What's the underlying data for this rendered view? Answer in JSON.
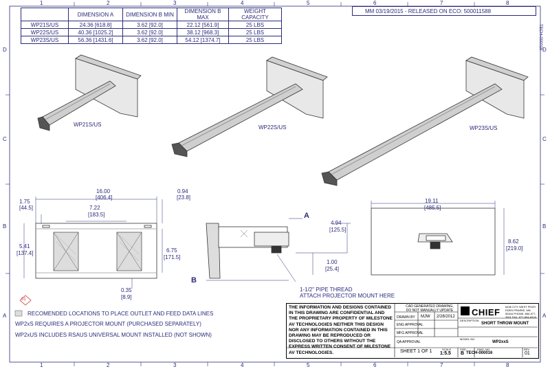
{
  "table": {
    "headers": [
      "",
      "DIMENSION A",
      "DIMENSION B MIN",
      "DIMENSION B MAX",
      "WEIGHT CAPACITY"
    ],
    "rows": [
      [
        "WP21S/US",
        "24.36 [618.8]",
        "3.62 [92.0]",
        "22.12 [561.9]",
        "25 LBS"
      ],
      [
        "WP22S/US",
        "40.36 [1025.2]",
        "3.62 [92.0]",
        "38.12 [968.3]",
        "25 LBS"
      ],
      [
        "WP23S/US",
        "56.36 [1431.6]",
        "3.62 [92.0]",
        "54.12 [1374.7]",
        "25 LBS"
      ]
    ]
  },
  "revision": {
    "rev_text": "MM 03/19/2015 - RELEASED ON ECO: 500011588",
    "side_number": "TECH-000016"
  },
  "border": {
    "columns": [
      "1",
      "2",
      "3",
      "4",
      "5",
      "6",
      "7",
      "8"
    ],
    "rows": [
      "D",
      "C",
      "B",
      "A"
    ]
  },
  "models": {
    "wp21": "WP21S/US",
    "wp22": "WP22S/US",
    "wp23": "WP23S/US"
  },
  "dims_left": {
    "width_in": "16.00",
    "width_mm": "[406.4]",
    "edge_in": "1.75",
    "edge_mm": "[44.5]",
    "inner_in": "7.22",
    "inner_mm": "[183.5]",
    "right_in": "0.94",
    "right_mm": "[23.8]",
    "height_in": "5.41",
    "height_mm": "[137.4]",
    "holes_in": "6.75",
    "holes_mm": "[171.5]",
    "bottom_in": "0.35",
    "bottom_mm": "[8.9]"
  },
  "dims_side": {
    "label_a": "A",
    "label_b": "B",
    "depth_in": "4.94",
    "depth_mm": "[125.5]",
    "gap_in": "1.00",
    "gap_mm": "[25.4]",
    "thread_note_1": "1-1/2\" PIPE THREAD",
    "thread_note_2": "ATTACH PROJECTOR MOUNT HERE"
  },
  "dims_right": {
    "width_in": "19.11",
    "width_mm": "[485.5]",
    "height_in": "8.62",
    "height_mm": "[219.0]"
  },
  "notes": {
    "callout": "01",
    "recommend": "RECOMENDED LOCATIONS TO PLACE OUTLET AND FEED DATA LINES",
    "note2": "WP2xS REQUIRES A PROJECTOR MOUNT (PURCHASED SEPARATELY)",
    "note3": "WP2xUS INCLUDES RSAUS UNIVERSAL MOUNT INSTALLED (NOT SHOWN)"
  },
  "title_block": {
    "confidential": "THE INFORMATION AND DESIGNS CONTAINED IN THIS DRAWING ARE CONFIDENTIAL AND THE PROPRIETARY PROPERTY OF MILESTONE AV TECHNOLOGIES NEITHER THIS DESIGN NOR ANY INFORMATION CONTAINED IN THIS DRAWING MAY BE REPRODUCED OR DISCLOSED TO OTHERS WITHOUT THE EXPRESS WRITTEN CONSENT OF MILESTONE AV TECHNOLOGIES.",
    "cad_note": "CAD GENERATED DRAWING, DO NOT MANUALLY UPDATE",
    "drawn_by": "DRAWN BY",
    "drawn_by_val": "MJW",
    "drawn_date": "2/28/2012",
    "eng_approval": "ENG APPROVAL",
    "mfg_approval": "MFG APPROVAL",
    "qa_approval": "QA APPROVAL",
    "company": "CHIEF",
    "address": "6436 CITY WEST PKWY EDEN PRAIRIE, MN 55344 PHONE: 866-977-3901 FAX: 877-894-6918",
    "description_label": "DESCRIPTION",
    "description": "SHORT THROW MOUNT",
    "model_label": "MODEL NO.",
    "model": "WP2xxS",
    "sheet": "SHEET 1 OF 1",
    "scale_label": "SCALE",
    "scale": "1:5.5",
    "size_label": "SIZE",
    "size": "B",
    "dwg_label": "DWG. NO.",
    "dwg": "TECH-000016",
    "rev_label": "REV",
    "rev": "01"
  }
}
